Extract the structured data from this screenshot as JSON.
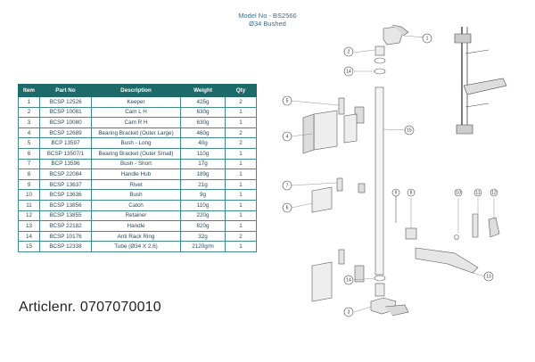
{
  "header": {
    "model": "Model No - BS2566",
    "subtitle": "Ø34 Bushed"
  },
  "table": {
    "headers": [
      "Item",
      "Part No",
      "Description",
      "Weight",
      "Qty"
    ],
    "rows": [
      [
        "1",
        "BCSP 12526",
        "Keeper",
        "425g",
        "2"
      ],
      [
        "2",
        "BCSP 10081",
        "Cam L H",
        "630g",
        "1"
      ],
      [
        "3",
        "BCSP 10080",
        "Cam R H",
        "630g",
        "1"
      ],
      [
        "4",
        "BCSP 12689",
        "Bearing Bracket (Outer Large)",
        "460g",
        "2"
      ],
      [
        "5",
        "BCP 13597",
        "Bush - Long",
        "40g",
        "2"
      ],
      [
        "6",
        "BCSP 13507/1",
        "Bearing Bracket (Outer Small)",
        "110g",
        "1"
      ],
      [
        "7",
        "BCP 13596",
        "Bush - Short",
        "17g",
        "1"
      ],
      [
        "8",
        "BCSP 22084",
        "Handle Hub",
        "189g",
        "1"
      ],
      [
        "9",
        "BCSP 13637",
        "Rivet",
        "21g",
        "1"
      ],
      [
        "10",
        "BCSP 13636",
        "Bush",
        "9g",
        "1"
      ],
      [
        "11",
        "BCSP 13856",
        "Catch",
        "110g",
        "1"
      ],
      [
        "12",
        "BCSP 13855",
        "Retainer",
        "220g",
        "1"
      ],
      [
        "13",
        "BCSP 22182",
        "Handle",
        "820g",
        "1"
      ],
      [
        "14",
        "BCSP 10176",
        "Anti Rack Ring",
        "32g",
        "2"
      ],
      [
        "15",
        "BCSP 12338",
        "Tube (Ø34 X 2.6)",
        "2120g/m",
        "1"
      ]
    ]
  },
  "article": "Articlenr. 0707070010",
  "callouts": [
    "1",
    "2",
    "14",
    "5",
    "4",
    "15",
    "7",
    "6",
    "9",
    "8",
    "10",
    "11",
    "12",
    "13",
    "14",
    "3"
  ]
}
